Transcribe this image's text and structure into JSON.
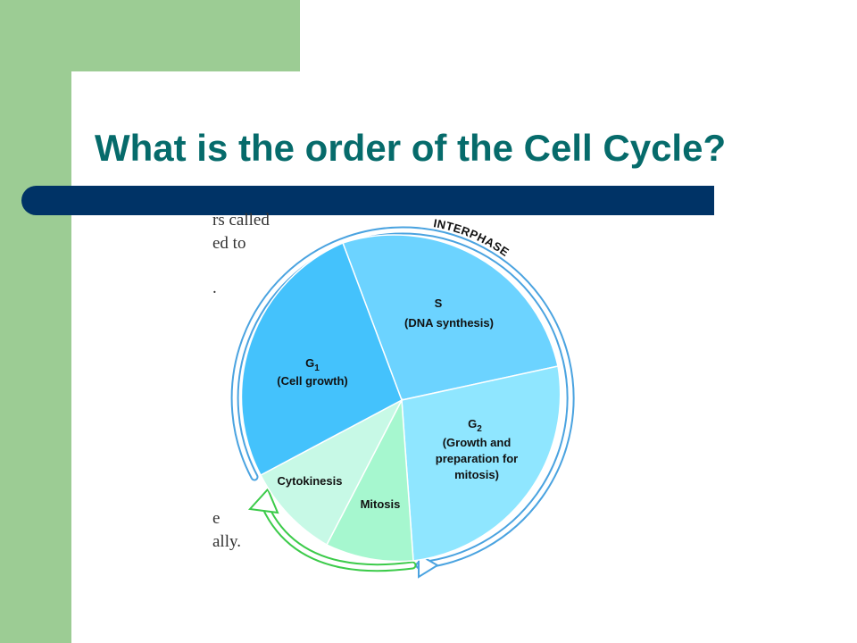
{
  "slide": {
    "title": "What is the order of the Cell Cycle?"
  },
  "scanned_text": {
    "line1": "rs called",
    "line2": "ed to",
    "line3": ".",
    "line4": "e",
    "line5": "ally."
  },
  "diagram": {
    "ring_label": "INTERPHASE",
    "phases": [
      {
        "id": "s",
        "name": "S",
        "desc": [
          "(DNA synthesis)"
        ],
        "color": "#6cd3ff"
      },
      {
        "id": "g2",
        "name": "G",
        "sub": "2",
        "desc": [
          "(Growth and",
          "preparation for",
          "mitosis)"
        ],
        "color": "#8fe6ff"
      },
      {
        "id": "mitosis",
        "name": "Mitosis",
        "desc": [],
        "color": "#a6f7cf"
      },
      {
        "id": "cytokinesis",
        "name": "Cytokinesis",
        "desc": [],
        "color": "#c7f9e6"
      },
      {
        "id": "g1",
        "name": "G",
        "sub": "1",
        "desc": [
          "(Cell growth)"
        ],
        "color": "#44c2fc"
      }
    ],
    "colors": {
      "interphase_arrow": "#4aa3e0",
      "mitotic_arrow": "#3ccb4a",
      "wedge_border": "#ffffff"
    }
  }
}
